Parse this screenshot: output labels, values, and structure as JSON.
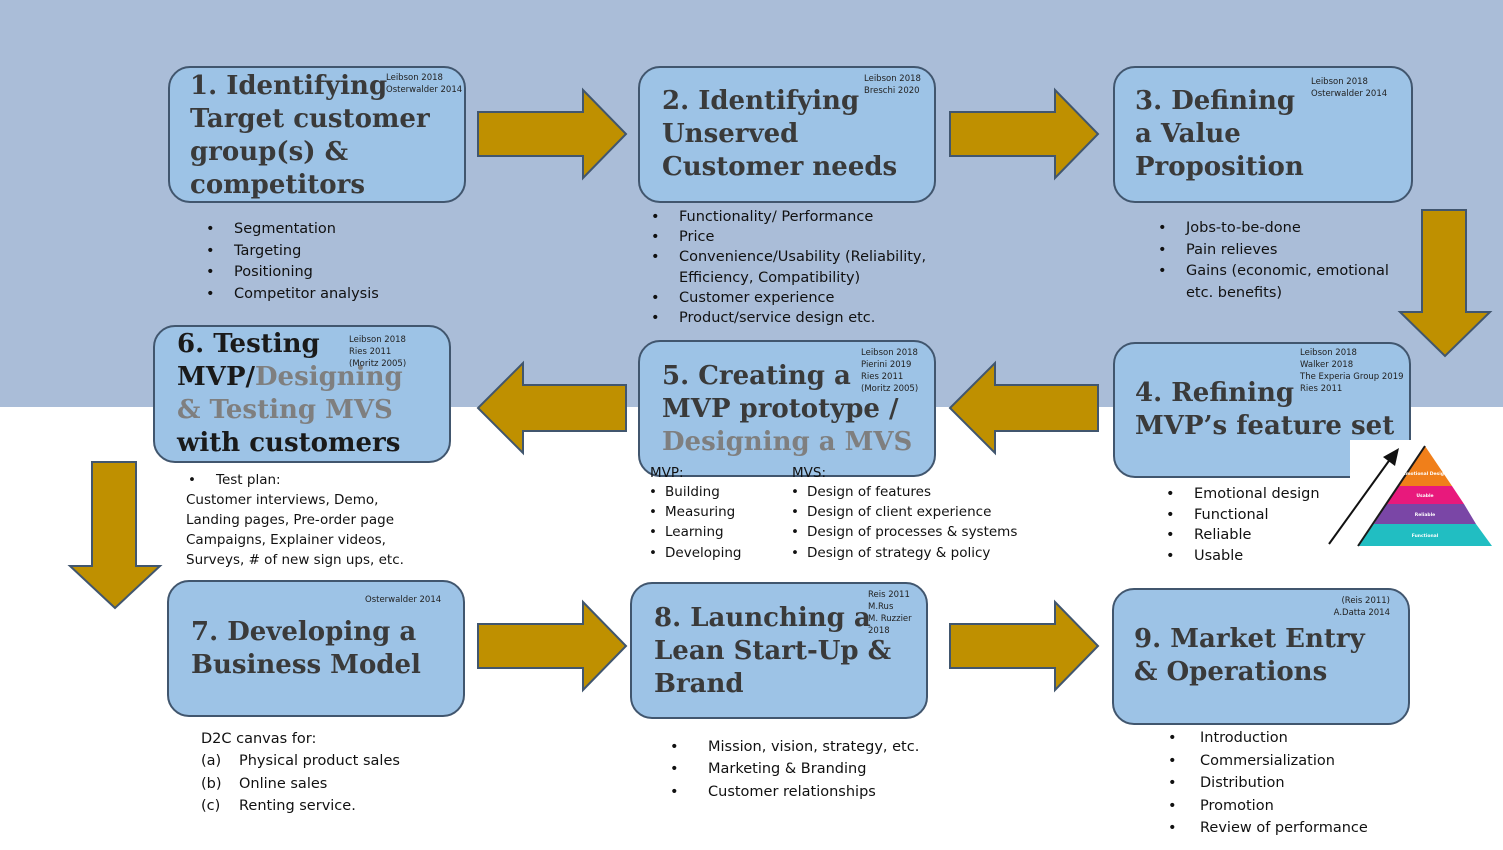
{
  "colors": {
    "band": "#aabdd8",
    "box_fill": "#9dc3e6",
    "box_border": "#41566e",
    "arrow_fill": "#bf9000",
    "arrow_border": "#41566e",
    "title_dark": "#3a3a3a",
    "title_grey": "#7f7f7f"
  },
  "steps": {
    "s1": {
      "title_lines": [
        "1. Identifying",
        "Target customer",
        "group(s) &",
        "competitors"
      ],
      "citations": [
        "Leibson 2018",
        "Osterwalder 2014"
      ],
      "items": [
        "Segmentation",
        "Targeting",
        "Positioning",
        "Competitor analysis"
      ]
    },
    "s2": {
      "title_lines": [
        "2.  Identifying",
        "Unserved",
        "Customer needs"
      ],
      "citations": [
        "Leibson 2018",
        "Breschi 2020"
      ],
      "items": [
        "Functionality/ Performance",
        "Price",
        "Convenience/Usability (Reliability, Efficiency, Compatibility)",
        "Customer experience",
        "Product/service design etc."
      ]
    },
    "s3": {
      "title_lines": [
        "3. Defining",
        "a Value",
        "Proposition"
      ],
      "citations": [
        "Leibson 2018",
        "Osterwalder 2014"
      ],
      "items": [
        "Jobs-to-be-done",
        "Pain relieves",
        "Gains (economic, emotional etc. benefits)"
      ]
    },
    "s4": {
      "title_lines": [
        "4. Refining",
        "MVP’s feature set"
      ],
      "citations": [
        "Leibson 2018",
        "Walker 2018",
        "The Experia Group 2019",
        "Ries 2011"
      ],
      "items": [
        "Emotional design",
        "Functional",
        "Reliable",
        "Usable"
      ],
      "pyramid": [
        "Emotional Design",
        "Usable",
        "Reliable",
        "Functional"
      ]
    },
    "s5": {
      "title_lines": [
        "5. Creating a",
        "MVP prototype /"
      ],
      "title_grey_line": "Designing a MVS",
      "citations": [
        "Leibson 2018",
        "Pierini 2019",
        "Ries 2011",
        "(Moritz 2005)"
      ],
      "mvp_label": "MVP:",
      "mvp_items": [
        "Building",
        "Measuring",
        "Learning",
        "Developing"
      ],
      "mvs_label": "MVS:",
      "mvs_items": [
        "Design of features",
        "Design of client experience",
        "Design of processes & systems",
        "Design of strategy & policy"
      ]
    },
    "s6": {
      "title_line1": "6. Testing",
      "title_mvp": "MVP/",
      "title_grey1": "Designing",
      "title_grey2": "& Testing MVS",
      "title_last": "with customers",
      "citations": [
        "Leibson 2018",
        "Ries 2011",
        "(Moritz 2005)"
      ],
      "test_plan_label": "Test plan:",
      "test_plan_text": "Customer interviews, Demo, Landing pages, Pre-order page Campaigns, Explainer videos, Surveys, # of new sign ups, etc."
    },
    "s7": {
      "title_lines": [
        "7.  Developing a",
        "Business Model"
      ],
      "citations": [
        "Osterwalder 2014"
      ],
      "intro": "D2C canvas for:",
      "items": [
        {
          "marker": "(a)",
          "text": "Physical product sales"
        },
        {
          "marker": "(b)",
          "text": "Online sales"
        },
        {
          "marker": "(c)",
          "text": "Renting service."
        }
      ]
    },
    "s8": {
      "title_lines": [
        "8. Launching a",
        "Lean Start-Up &",
        "Brand"
      ],
      "citations": [
        "Reis 2011",
        "M.Rus",
        "M. Ruzzier",
        "2018"
      ],
      "items": [
        "Mission, vision, strategy, etc.",
        "Marketing & Branding",
        "Customer relationships"
      ]
    },
    "s9": {
      "title_lines": [
        "9. Market Entry",
        "& Operations"
      ],
      "citations": [
        "(Reis 2011)",
        "A.Datta 2014"
      ],
      "items": [
        "Introduction",
        "Commersialization",
        "Distribution",
        "Promotion",
        "Review of performance"
      ]
    }
  }
}
